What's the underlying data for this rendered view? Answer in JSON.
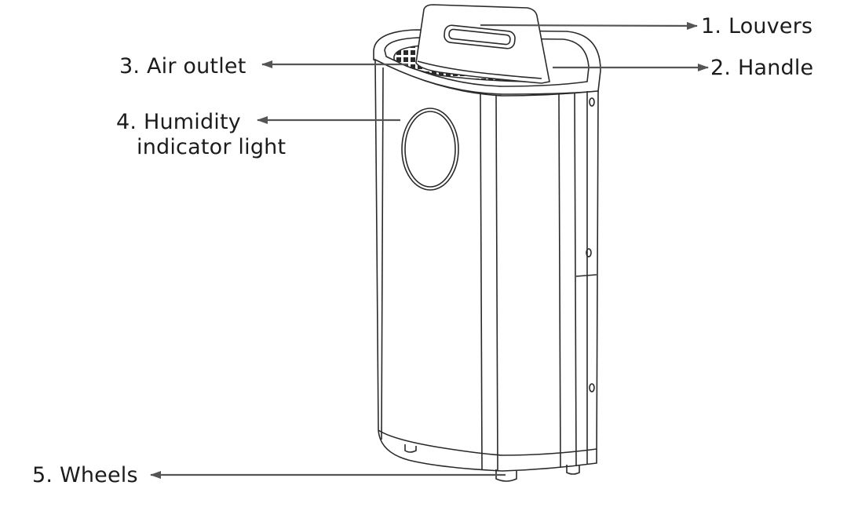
{
  "labels": {
    "louvers": "1.  Louvers",
    "handle": "2. Handle",
    "air_outlet": "3.  Air outlet",
    "humidity_line1": "4. Humidity",
    "humidity_line2": "indicator light",
    "wheels": "5. Wheels"
  },
  "colors": {
    "line": "#2a2a2a",
    "arrow": "#555555",
    "background": "#ffffff"
  }
}
